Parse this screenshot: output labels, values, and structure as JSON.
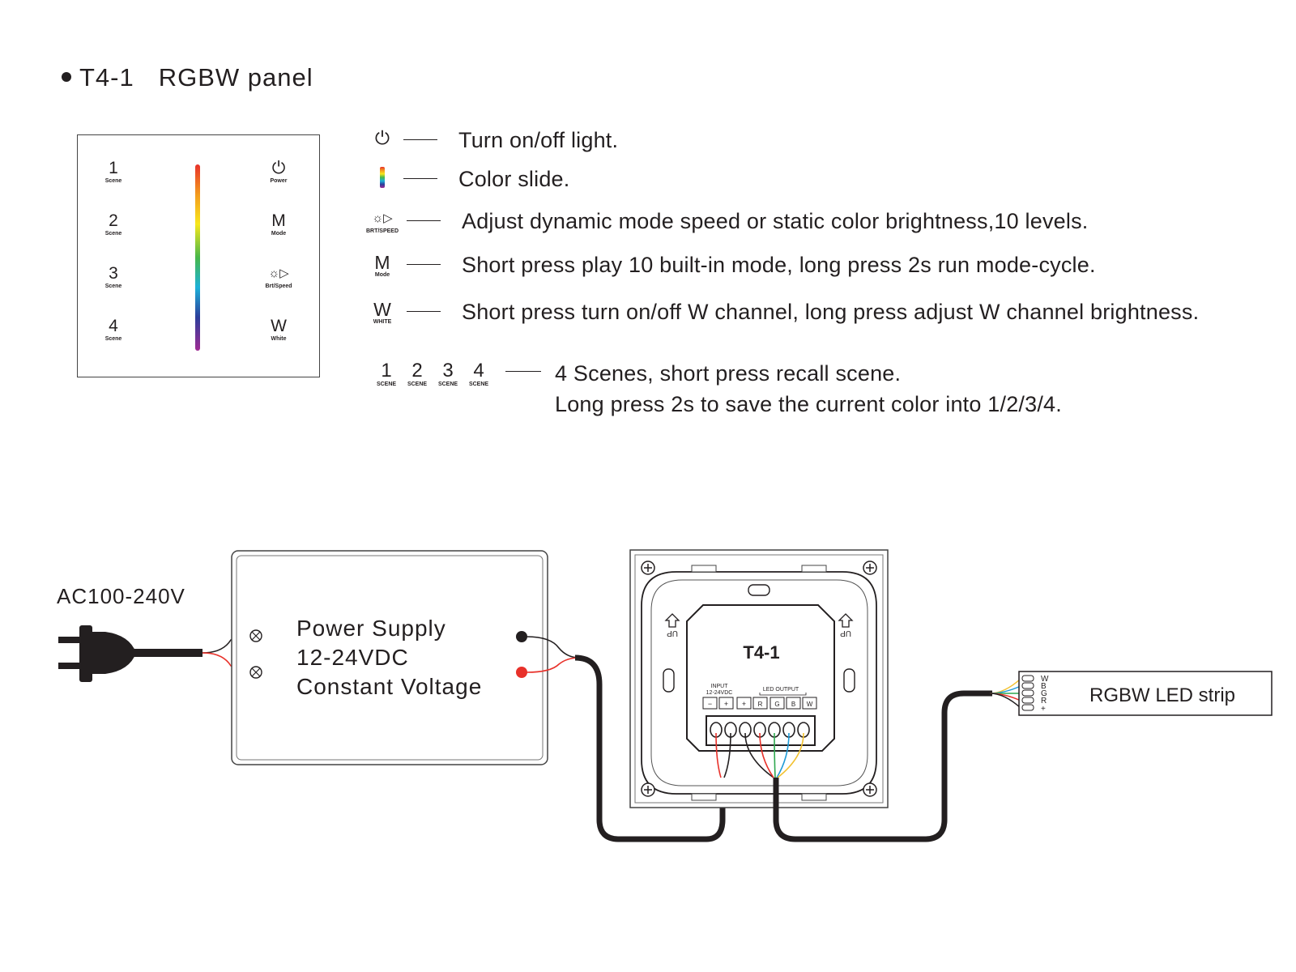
{
  "title": {
    "model": "T4-1",
    "name": "RGBW panel"
  },
  "panel": {
    "left_buttons": [
      {
        "number": "1",
        "label": "Scene"
      },
      {
        "number": "2",
        "label": "Scene"
      },
      {
        "number": "3",
        "label": "Scene"
      },
      {
        "number": "4",
        "label": "Scene"
      }
    ],
    "right_buttons": [
      {
        "symbol": "⏻",
        "label": "Power"
      },
      {
        "symbol": "M",
        "label": "Mode"
      },
      {
        "symbol": "☼▷",
        "label": "Brt/Speed"
      },
      {
        "symbol": "W",
        "label": "White"
      }
    ]
  },
  "legend": [
    {
      "icon": "power-icon",
      "glyph": "⏻",
      "sub": "",
      "text": "Turn on/off light."
    },
    {
      "icon": "color-slide-icon",
      "glyph": "",
      "sub": "",
      "text": "Color slide."
    },
    {
      "icon": "brightness-speed-icon",
      "glyph": "☼▷",
      "sub": "BRT/SPEED",
      "text": "Adjust dynamic mode speed or static color brightness,10 levels."
    },
    {
      "icon": "mode-icon",
      "glyph": "M",
      "sub": "Mode",
      "text": "Short press play 10 built-in mode, long press 2s run mode-cycle."
    },
    {
      "icon": "white-icon",
      "glyph": "W",
      "sub": "WHITE",
      "text": "Short press turn on/off W channel, long press adjust W channel brightness."
    }
  ],
  "scenes": {
    "items": [
      {
        "number": "1",
        "label": "SCENE"
      },
      {
        "number": "2",
        "label": "SCENE"
      },
      {
        "number": "3",
        "label": "SCENE"
      },
      {
        "number": "4",
        "label": "SCENE"
      }
    ],
    "line1": "4 Scenes, short press recall scene.",
    "line2": "Long press 2s to save the current color into 1/2/3/4."
  },
  "wiring": {
    "ac_label": "AC100-240V",
    "psu_lines": [
      "Power Supply",
      "12-24VDC",
      "Constant Voltage"
    ],
    "controller_model": "T4-1",
    "up_label": "UP",
    "input_label": "INPUT",
    "input_voltage": "12-24VDC",
    "output_label": "LED OUTPUT",
    "terminals": [
      "−",
      "+",
      "+",
      "R",
      "G",
      "B",
      "W"
    ],
    "strip_label": "RGBW LED strip",
    "strip_pins": [
      "W",
      "B",
      "G",
      "R",
      "+"
    ]
  },
  "colors": {
    "red": "#e8312a",
    "green": "#2fa84f",
    "blue": "#1e9ad6",
    "yellow": "#f2c12e",
    "black": "#231f20"
  }
}
